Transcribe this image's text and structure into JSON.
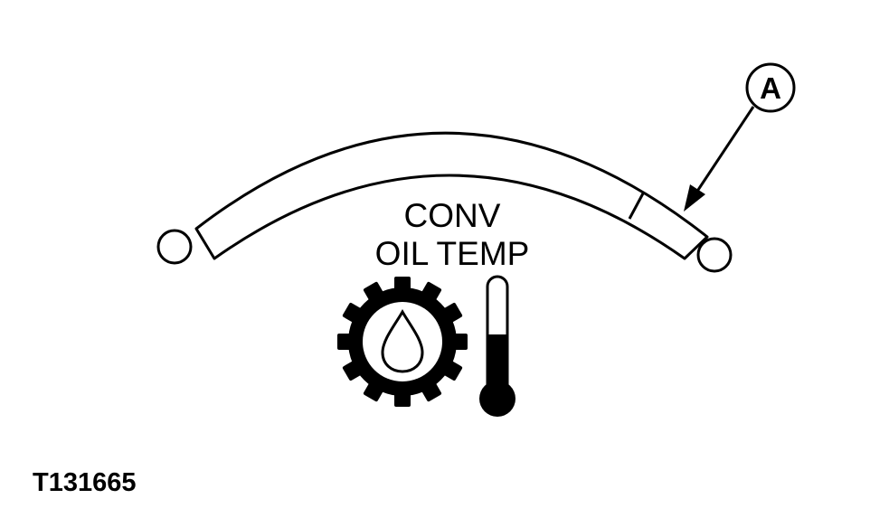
{
  "gauge": {
    "label_line1": "CONV",
    "label_line2": "OIL TEMP",
    "icons": [
      "gear-oil-drop-icon",
      "thermometer-icon"
    ]
  },
  "callout": {
    "letter": "A"
  },
  "figure_id": "T131665",
  "colors": {
    "ink": "#000000",
    "background": "#ffffff"
  }
}
